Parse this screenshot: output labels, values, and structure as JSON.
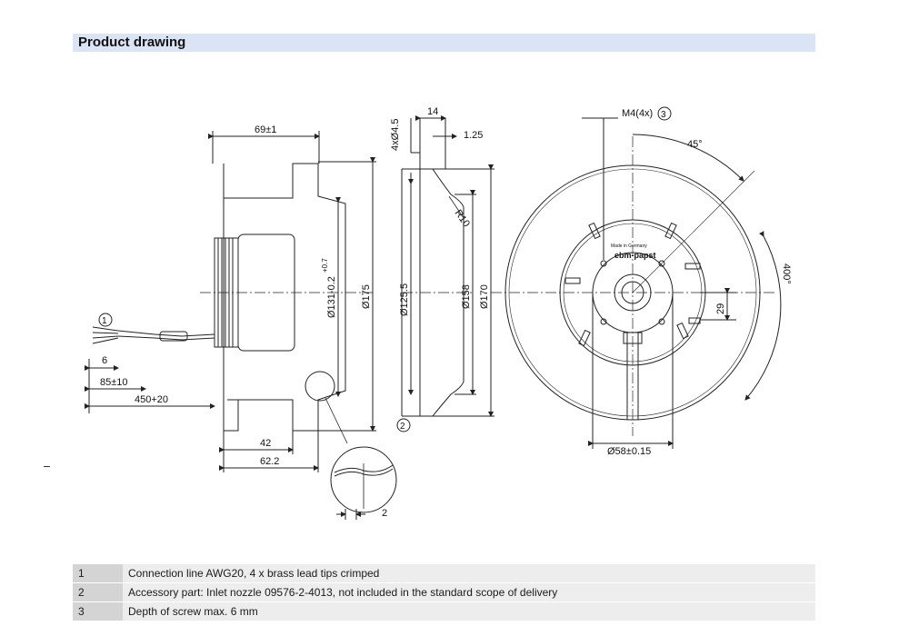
{
  "header": {
    "title": "Product drawing"
  },
  "side_view": {
    "dim_width": "69±1",
    "dim_diam_131": "Ø131-0.2",
    "dim_diam_131_tol": "+0.7",
    "dim_diam_175": "Ø175",
    "dim_42": "42",
    "dim_62_2": "62.2",
    "dim_6": "6",
    "dim_85": "85±10",
    "dim_450": "450+20",
    "callout_1": "1"
  },
  "nozzle_view": {
    "dim_holes": "4xØ4.5",
    "dim_14": "14",
    "dim_1_25": "1.25",
    "dim_r10": "R10",
    "dim_125_5": "Ø125.5",
    "dim_158": "Ø158",
    "dim_170": "Ø170",
    "callout_2": "2",
    "detail_dim_2": "2"
  },
  "front_view": {
    "dim_m4": "M4(4x)",
    "callout_3": "3",
    "dim_angle": "45°",
    "dim_400": "400°",
    "dim_29": "29",
    "dim_58": "Ø58±0.15",
    "label_made_in": "Made in Germany",
    "label_brand": "ebm-papst"
  },
  "notes": [
    {
      "num": "1",
      "text": "Connection line AWG20, 4 x brass lead tips crimped"
    },
    {
      "num": "2",
      "text": "Accessory part: Inlet nozzle 09576-2-4013, not included in the standard scope of delivery"
    },
    {
      "num": "3",
      "text": "Depth of screw max. 6 mm"
    }
  ]
}
